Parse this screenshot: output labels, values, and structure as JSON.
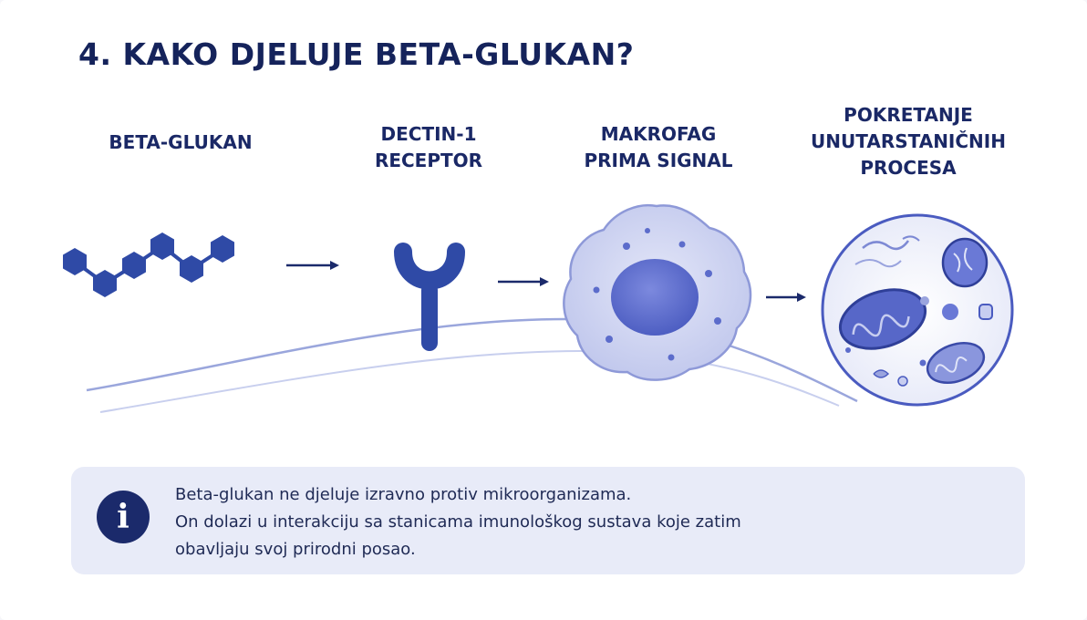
{
  "title": "4. KAKO DJELUJE BETA-GLUKAN?",
  "steps": [
    {
      "lines": [
        "BETA-GLUKAN"
      ]
    },
    {
      "lines": [
        "DECTIN-1",
        "RECEPTOR"
      ]
    },
    {
      "lines": [
        "MAKROFAG",
        "PRIMA SIGNAL"
      ]
    },
    {
      "lines": [
        "POKRETANJE",
        "UNUTARSTANIČNIH",
        "PROCESA"
      ]
    }
  ],
  "info": {
    "icon": "info-icon",
    "lines": [
      "Beta-glukan ne djeluje izravno protiv mikroorganizama.",
      "On dolazi u interakciju sa stanicama imunološkog sustava koje zatim",
      "obavljaju svoj prirodni posao."
    ]
  },
  "colors": {
    "title": "#15235b",
    "accent": "#2f4aa6",
    "cell": "#c9cff0",
    "nucleus": "#6070cf",
    "info_bg": "#e8ebf8",
    "info_icon": "#1b2a6b"
  }
}
